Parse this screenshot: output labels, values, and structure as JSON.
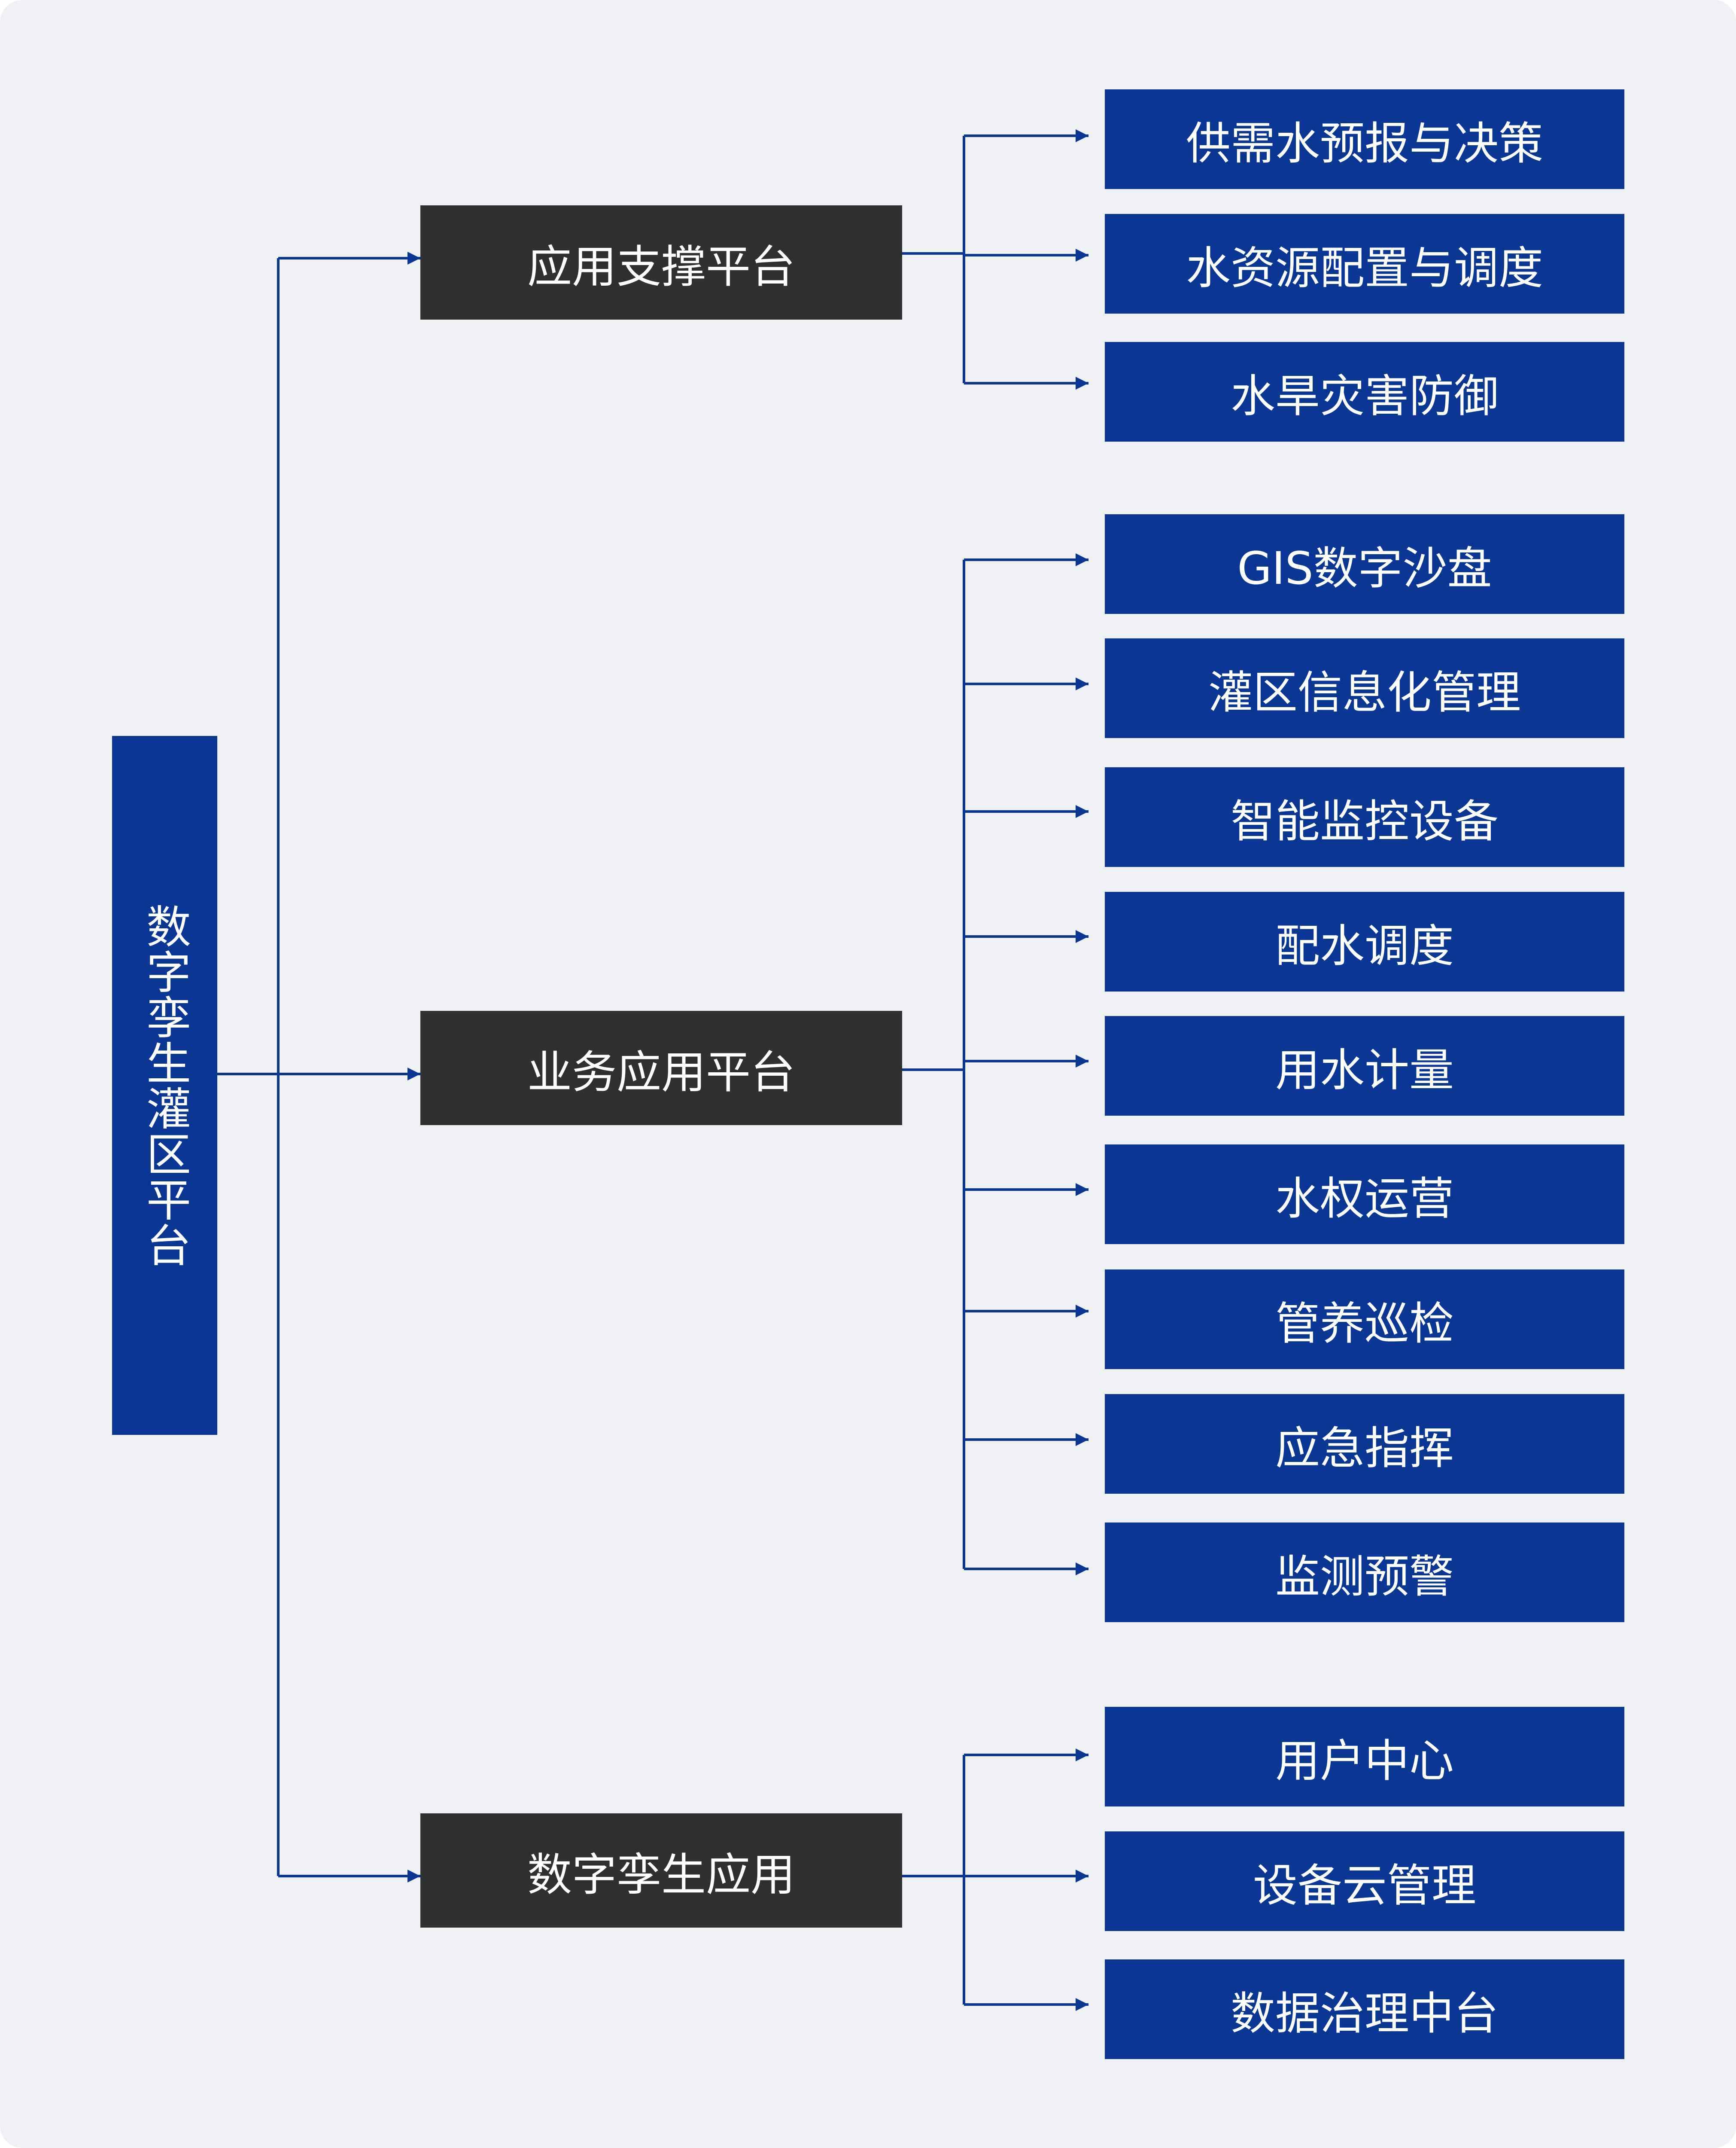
{
  "root": {
    "label": "数字孪生灌区平台"
  },
  "groups": [
    {
      "label": "应用支撑平台",
      "items": [
        "供需水预报与决策",
        "水资源配置与调度",
        "水旱灾害防御"
      ]
    },
    {
      "label": "业务应用平台",
      "items": [
        "GIS数字沙盘",
        "灌区信息化管理",
        "智能监控设备",
        "配水调度",
        "用水计量",
        "水权运营",
        "管养巡检",
        "应急指挥",
        "监测预警"
      ]
    },
    {
      "label": "数字孪生应用",
      "items": [
        "用户中心",
        "设备云管理",
        "数据治理中台"
      ]
    }
  ],
  "colors": {
    "background": "#f0f1f4",
    "root_box": "#0b3694",
    "group_box": "#2f3131",
    "leaf_box": "#0b3694",
    "connector": "#0b3694",
    "text": "#ffffff"
  }
}
